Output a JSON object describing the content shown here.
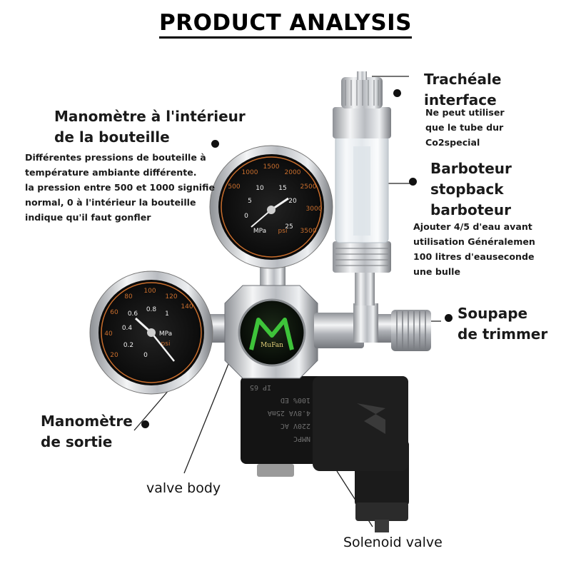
{
  "title": "PRODUCT ANALYSIS",
  "labels": {
    "tracheal": {
      "line1": "Trachéale",
      "line2": "interface"
    },
    "tracheal_note": {
      "line1": "Ne peut utiliser",
      "line2": "que le tube dur",
      "line3": "Co2special"
    },
    "bottle_gauge": {
      "line1": "Manomètre à l'intérieur",
      "line2": "de la bouteille"
    },
    "bottle_note": {
      "line1": "Différentes pressions de bouteille à",
      "line2": "température ambiante différente.",
      "line3": "la pression entre 500 et 1000 signifie",
      "line4": "normal, 0 à l'intérieur la bouteille",
      "line5": "indique qu'il faut gonfler"
    },
    "bubbler": {
      "line1": "Barboteur",
      "line2": "stopback",
      "line3": "barboteur"
    },
    "bubbler_note": {
      "line1": "Ajouter 4/5 d'eau avant",
      "line2": "utilisation Généralemen",
      "line3": "100 litres d'eauseconde",
      "line4": "une bulle"
    },
    "trimmer": {
      "line1": "Soupape",
      "line2": "de trimmer"
    },
    "outlet_gauge": {
      "line1": "Manomètre",
      "line2": "de sortie"
    },
    "valve_body": "valve body",
    "solenoid": "Solenoid valve"
  },
  "device": {
    "logo": "MuFan",
    "top_gauge": {
      "unit_left": "MPa",
      "unit_right": "psi",
      "inner_ticks": [
        "0",
        "5",
        "10",
        "15",
        "20",
        "25"
      ],
      "outer_ticks": [
        "500",
        "1000",
        "1500",
        "2000",
        "2500",
        "3000",
        "3500"
      ]
    },
    "left_gauge": {
      "unit_left": "MPa",
      "unit_right": "psi",
      "inner_ticks": [
        "0",
        "0.2",
        "0.4",
        "0.6",
        "0.8",
        "1"
      ],
      "outer_ticks": [
        "20",
        "40",
        "60",
        "80",
        "100",
        "120",
        "140"
      ]
    },
    "solenoid_text": {
      "brand": "NMPC",
      "line1": "220V   AC",
      "line2": "4.8VA   25mA",
      "line3": "100% ED",
      "line4": "IP 65"
    }
  }
}
